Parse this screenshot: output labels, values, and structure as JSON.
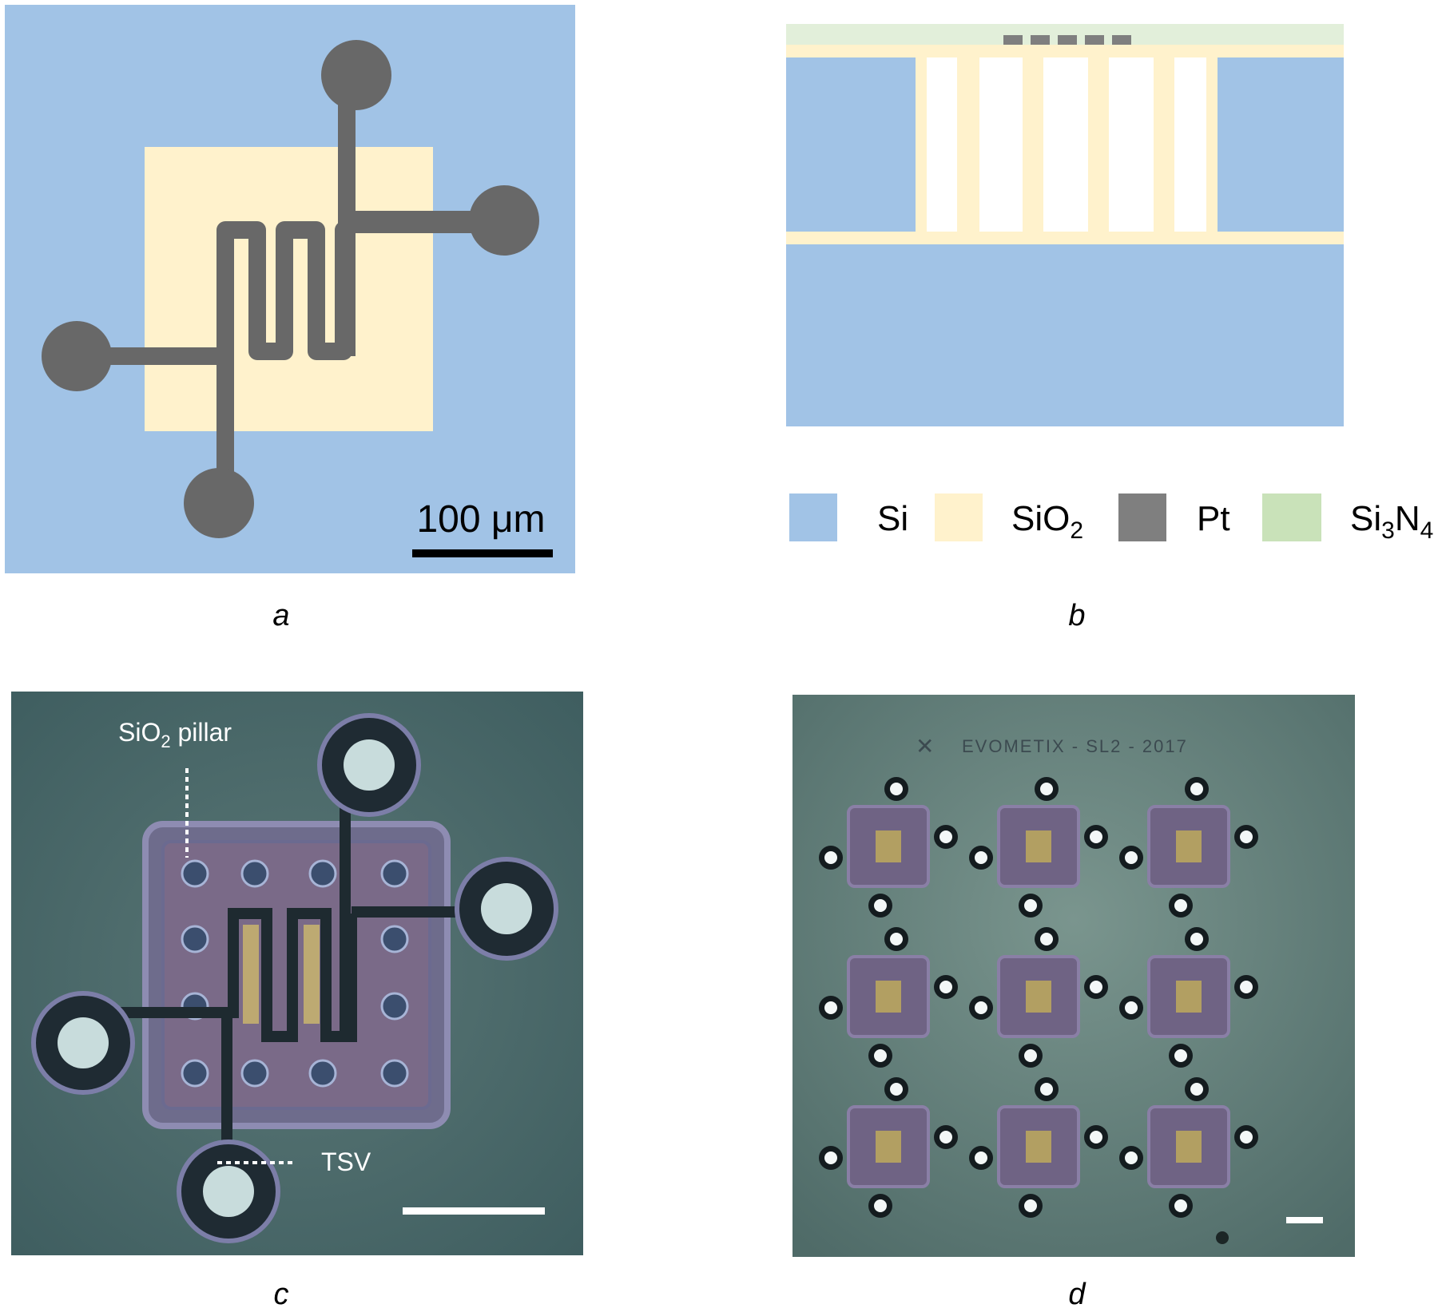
{
  "panels": {
    "a": {
      "caption": "a",
      "scale_bar_label": "100 μm",
      "colors": {
        "background": "#a1c3e6",
        "oxide": "#fff2cc",
        "metal": "#686868"
      }
    },
    "b": {
      "caption": "b",
      "legend": [
        {
          "label_main": "Si",
          "label_parts": [
            "Si"
          ],
          "color": "#a1c3e6"
        },
        {
          "label_main": "SiO2",
          "label_parts": [
            "SiO",
            "2"
          ],
          "color": "#fff2cc"
        },
        {
          "label_main": "Pt",
          "label_parts": [
            "Pt"
          ],
          "color": "#7f7f7f"
        },
        {
          "label_main": "Si3N4",
          "label_parts": [
            "Si",
            "3",
            "N",
            "4"
          ],
          "color": "#c9e2b9"
        }
      ]
    },
    "c": {
      "caption": "c",
      "annotation_pillar": [
        "SiO",
        "2",
        " pillar"
      ],
      "annotation_tsv": "TSV",
      "colors": {
        "background": "#4a6a6a",
        "frame": "#7e7ea4",
        "pad": "#c8dcdc"
      }
    },
    "d": {
      "caption": "d",
      "chip_label": "EVOMETIX - SL2 - 2017",
      "grid": {
        "rows": 3,
        "cols": 3
      },
      "colors": {
        "background": "#5f7e7a",
        "die": "#7d6e8e",
        "pad": "#f3f7f7"
      }
    }
  }
}
